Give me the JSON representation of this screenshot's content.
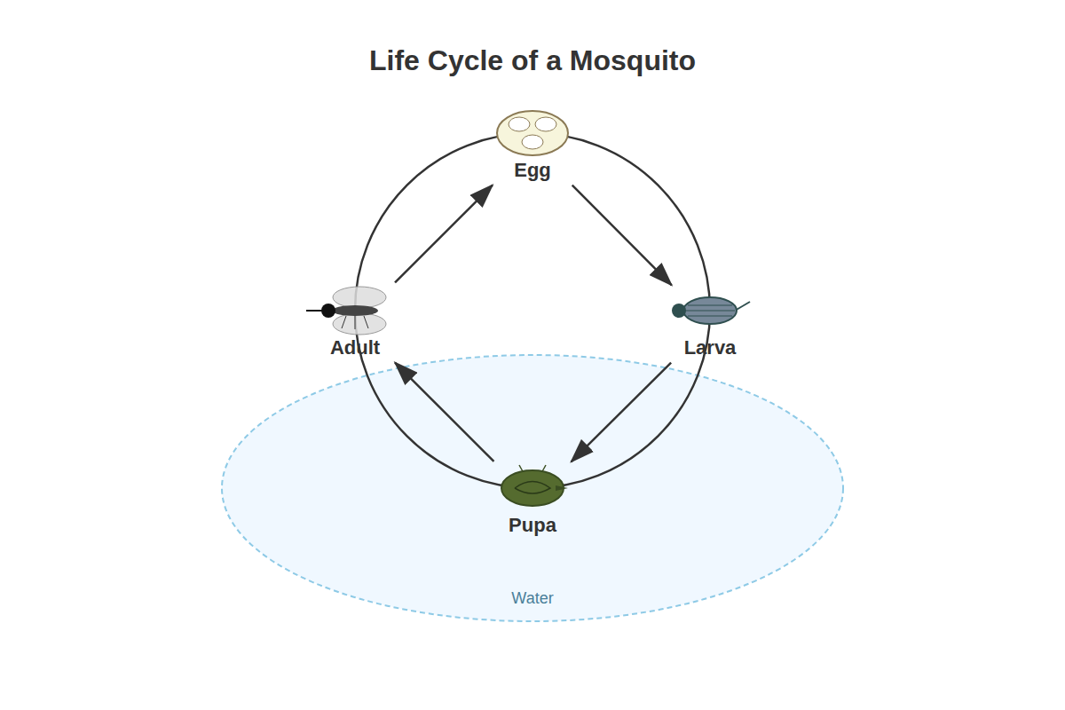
{
  "diagram": {
    "title": "Life Cycle of a Mosquito",
    "nodes": [
      {
        "text": [
          "Egg"
        ]
      },
      {
        "text": [
          "Larva"
        ]
      },
      {
        "text": [
          "Water"
        ]
      },
      {
        "text": [
          "Pupa"
        ],
        "in": 2
      },
      {
        "text": [
          "Adult"
        ]
      }
    ],
    "edges": [
      {
        "from": 0,
        "to": 1,
        "arrow": "to"
      },
      {
        "from": 1,
        "to": 3,
        "arrow": "to"
      },
      {
        "from": 3,
        "to": 4,
        "arrow": "to"
      },
      {
        "from": 4,
        "to": 0,
        "arrow": "to"
      }
    ]
  }
}
